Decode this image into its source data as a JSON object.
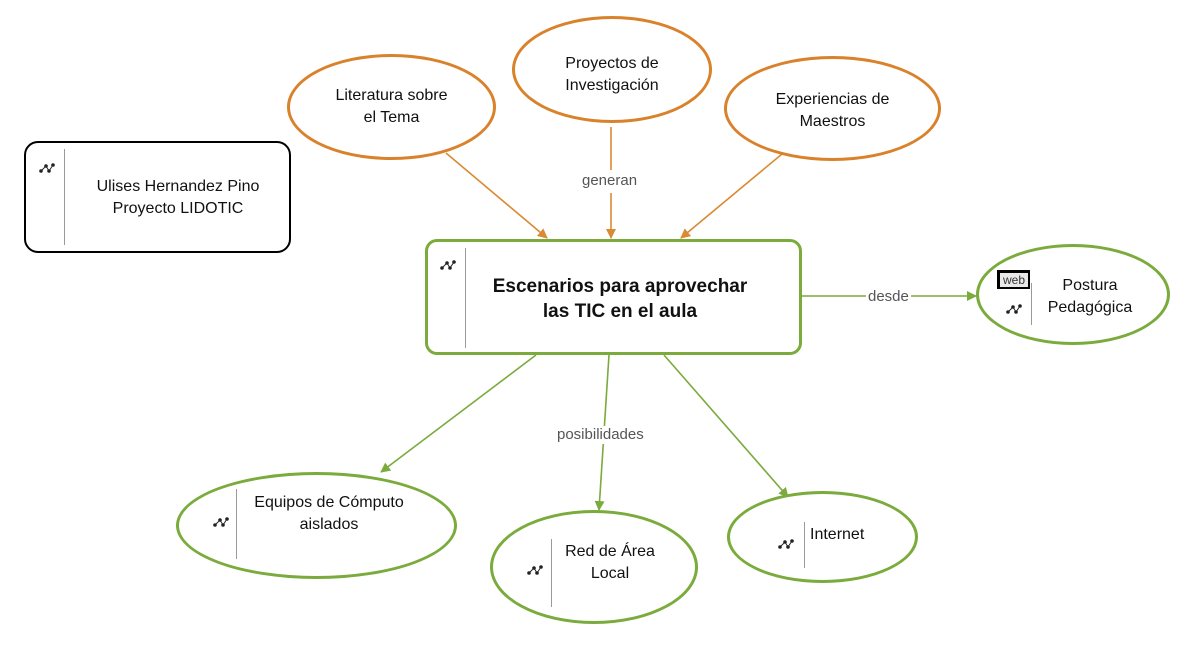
{
  "nodes": {
    "author": {
      "line1": "Ulises Hernandez Pino",
      "line2": "Proyecto LIDOTIC"
    },
    "literatura": {
      "line1": "Literatura sobre",
      "line2": "el Tema"
    },
    "proyectos": {
      "line1": "Proyectos de",
      "line2": "Investigación"
    },
    "experiencias": {
      "line1": "Experiencias de",
      "line2": "Maestros"
    },
    "central": {
      "line1": "Escenarios para aprovechar",
      "line2": "las TIC en el aula"
    },
    "postura": {
      "line1": "Postura",
      "line2": "Pedagógica",
      "badge": "web"
    },
    "equipos": {
      "line1": "Equipos de Cómputo",
      "line2": "aislados"
    },
    "red": {
      "line1": "Red de Área",
      "line2": "Local"
    },
    "internet": {
      "line1": "Internet"
    }
  },
  "links": {
    "generan": "generan",
    "desde": "desde",
    "posibilidades": "posibilidades"
  },
  "icons": {
    "resource": "cmap-resource-icon"
  },
  "colors": {
    "orange": "#d9822b",
    "green": "#7aab3c",
    "orange_arrow": "#d98a33",
    "green_arrow": "#7aab3c"
  }
}
